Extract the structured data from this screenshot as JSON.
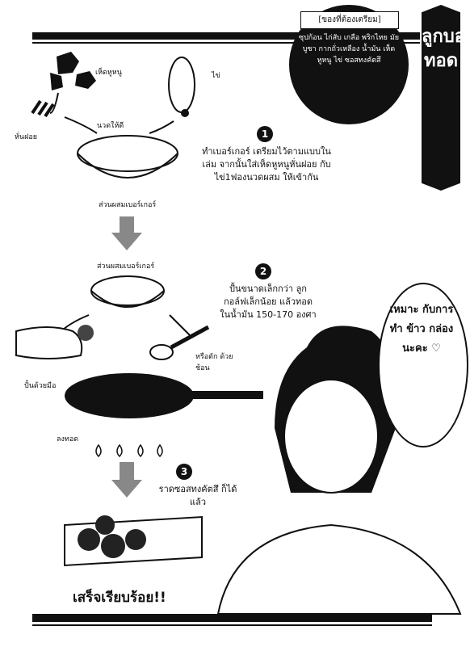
{
  "title": "ลูกบอลทอด",
  "ingredients": {
    "header": "[ของที่ต้องเตรียม]",
    "body": "ซุปก้อน ไก่สับ เกลือ พริกไทย มัยบูซา กากถั่วเหลือง น้ำมัน เห็ดหูหนู ไข่ ซอสทงคัตสึ"
  },
  "labels": {
    "mushroom": "เห็ดหูหนู",
    "egg": "ไข่",
    "onion": "หั่นฝอย",
    "knead": "นวดให้ดี",
    "mixture1": "ส่วนผสมเบอร์เกอร์",
    "mixture2": "ส่วนผสมเบอร์เกอร์",
    "by_hand": "ปั้นด้วยมือ",
    "or_spoon": "หรือตัก ด้วยช้อน",
    "fry": "ลงทอด"
  },
  "steps": [
    {
      "num": "1",
      "text": "ทำเบอร์เกอร์ เตรียมไว้ตามแบบในเล่ม จากนั้นใส่เห็ดหูหนูหั่นฝอย กับไข่1ฟองนวดผสม ให้เข้ากัน"
    },
    {
      "num": "2",
      "text": "ปั้นขนาดเล็กกว่า ลูกกอล์ฟเล็กน้อย แล้วทอดในน้ำมัน 150-170 องศา"
    },
    {
      "num": "3",
      "text": "ราดซอสทงคัตสึ ก็ได้แล้ว"
    }
  ],
  "done": "เสร็จเรียบร้อย!!",
  "bubble": "เหมาะ กับการทำ ข้าว กล่อง นะคะ ♡"
}
